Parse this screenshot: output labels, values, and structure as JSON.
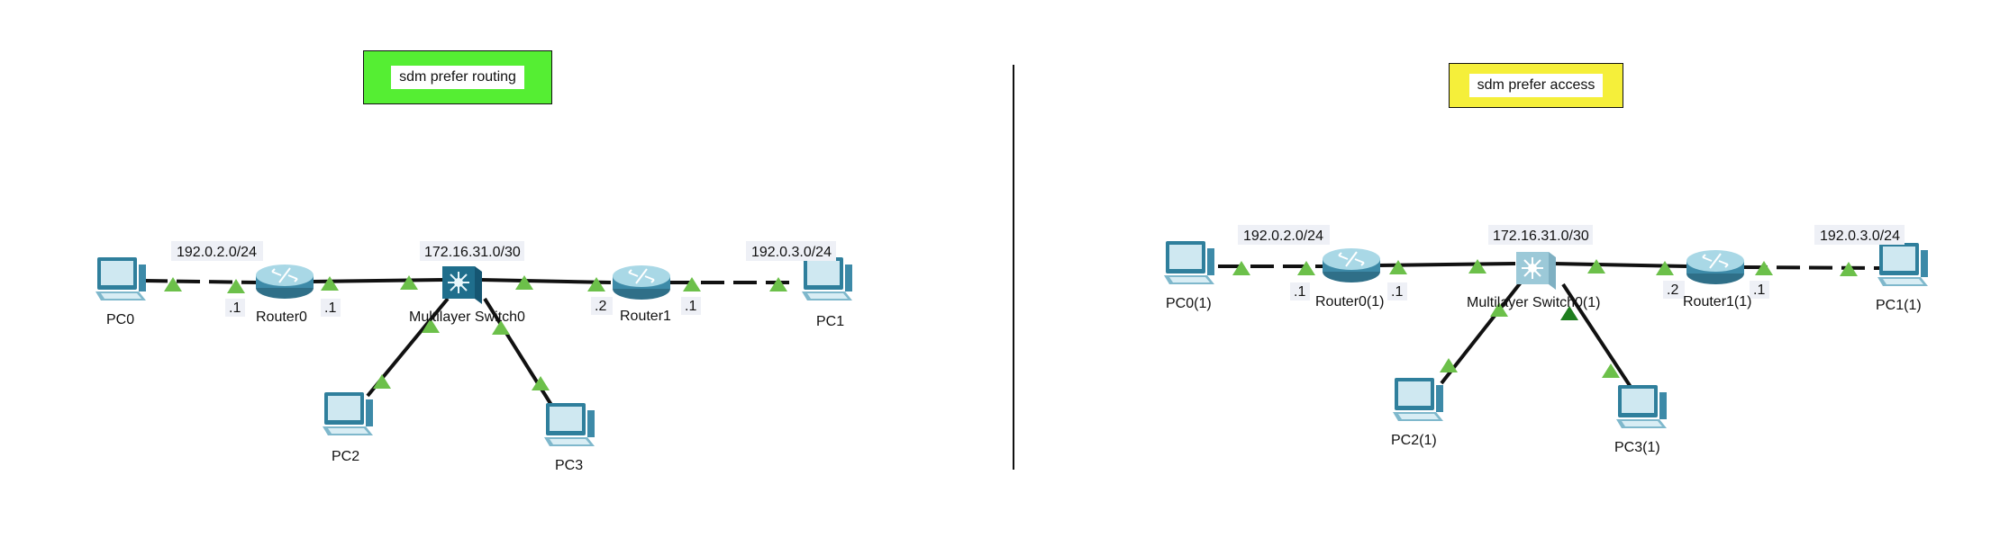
{
  "panels": [
    {
      "title": "sdm prefer routing",
      "title_color": "#55ee33",
      "nodes": {
        "pc_left": "PC0",
        "router_left": "Router0",
        "switch": "Multilayer Switch0",
        "router_right": "Router1",
        "pc_right": "PC1",
        "pc_bottom_left": "PC2",
        "pc_bottom_right": "PC3"
      },
      "subnets": {
        "left": "192.0.2.0/24",
        "middle": "172.16.31.0/30",
        "right": "192.0.3.0/24"
      },
      "interfaces": {
        "router_left_lan": ".1",
        "router_left_wan": ".1",
        "router_right_wan": ".2",
        "router_right_lan": ".1"
      }
    },
    {
      "title": "sdm prefer access",
      "title_color": "#f5ef3a",
      "nodes": {
        "pc_left": "PC0(1)",
        "router_left": "Router0(1)",
        "switch": "Multilayer Switch0(1)",
        "router_right": "Router1(1)",
        "pc_right": "PC1(1)",
        "pc_bottom_left": "PC2(1)",
        "pc_bottom_right": "PC3(1)"
      },
      "subnets": {
        "left": "192.0.2.0/24",
        "middle": "172.16.31.0/30",
        "right": "192.0.3.0/24"
      },
      "interfaces": {
        "router_left_lan": ".1",
        "router_left_wan": ".1",
        "router_right_wan": ".2",
        "router_right_lan": ".1"
      }
    }
  ],
  "colors": {
    "link": "#111111",
    "link_up": "#6cc04a",
    "link_up_dark": "#1e7d1e",
    "device": "#3d8aa8",
    "device_light": "#a9d8e6"
  }
}
